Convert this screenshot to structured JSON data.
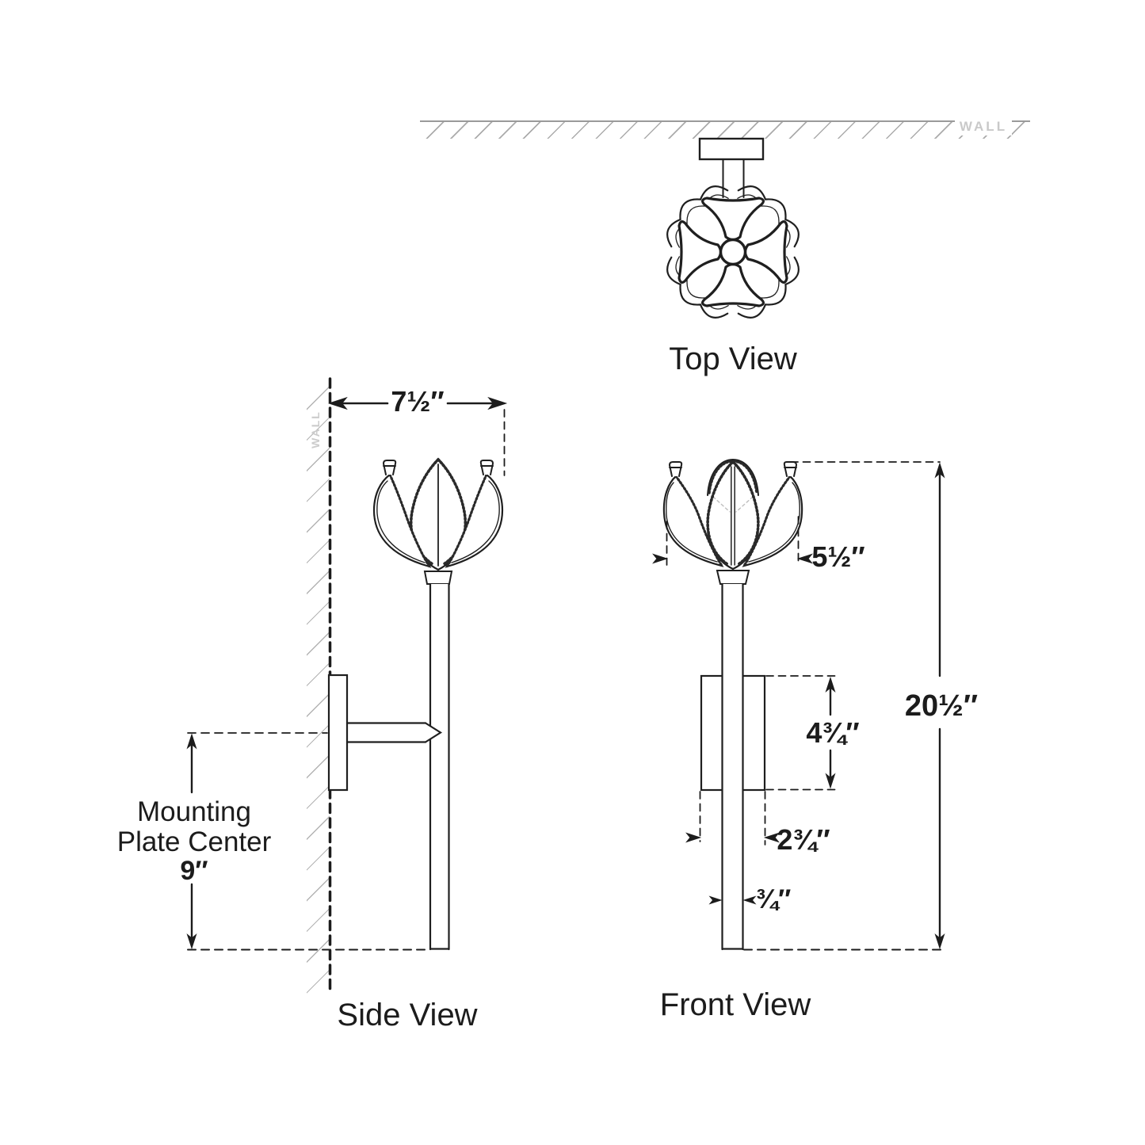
{
  "colors": {
    "ink": "#1c1c1c",
    "hatch": "#ababab",
    "faint": "#c9c9c9",
    "background": "#ffffff"
  },
  "views": {
    "top": {
      "label": "Top View",
      "wall_label": "WALL"
    },
    "side": {
      "label": "Side View",
      "wall_label": "WALL",
      "dims": {
        "shade_width": "7½″",
        "mounting_center_note": [
          "Mounting",
          "Plate Center",
          "9″"
        ]
      }
    },
    "front": {
      "label": "Front View",
      "dims": {
        "shade_width": "5½″",
        "overall_height": "20½″",
        "backplate_height": "4¾″",
        "backplate_width": "2¾″",
        "stem_width": "¾″"
      }
    }
  }
}
